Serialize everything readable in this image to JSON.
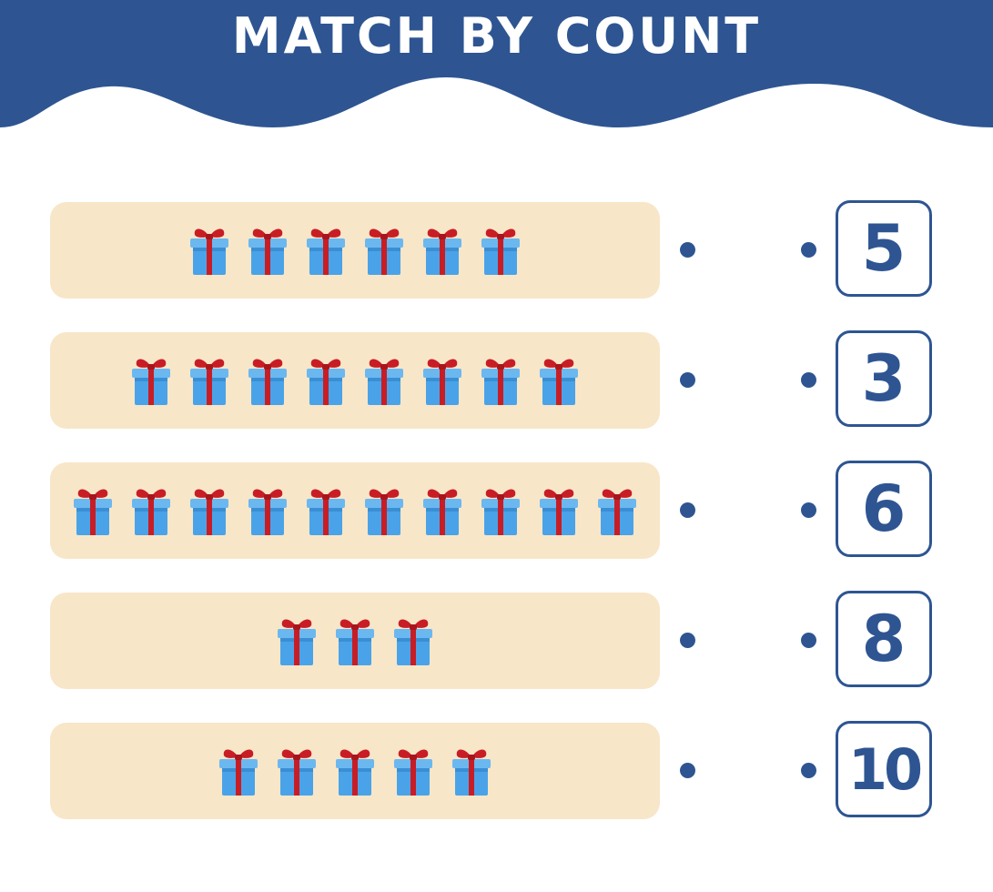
{
  "header": {
    "title": "MATCH BY COUNT",
    "color": "#2e5592"
  },
  "rows": [
    {
      "gift_count": 6
    },
    {
      "gift_count": 8
    },
    {
      "gift_count": 10
    },
    {
      "gift_count": 3
    },
    {
      "gift_count": 5
    }
  ],
  "numbers": [
    {
      "label": "5"
    },
    {
      "label": "3"
    },
    {
      "label": "6"
    },
    {
      "label": "8"
    },
    {
      "label": "10"
    }
  ],
  "item_icon": "gift-box-icon",
  "colors": {
    "row_bg": "#f8e6c8",
    "accent": "#2e5592",
    "gift_box": "#4aa3e8",
    "gift_ribbon": "#c81d25"
  }
}
